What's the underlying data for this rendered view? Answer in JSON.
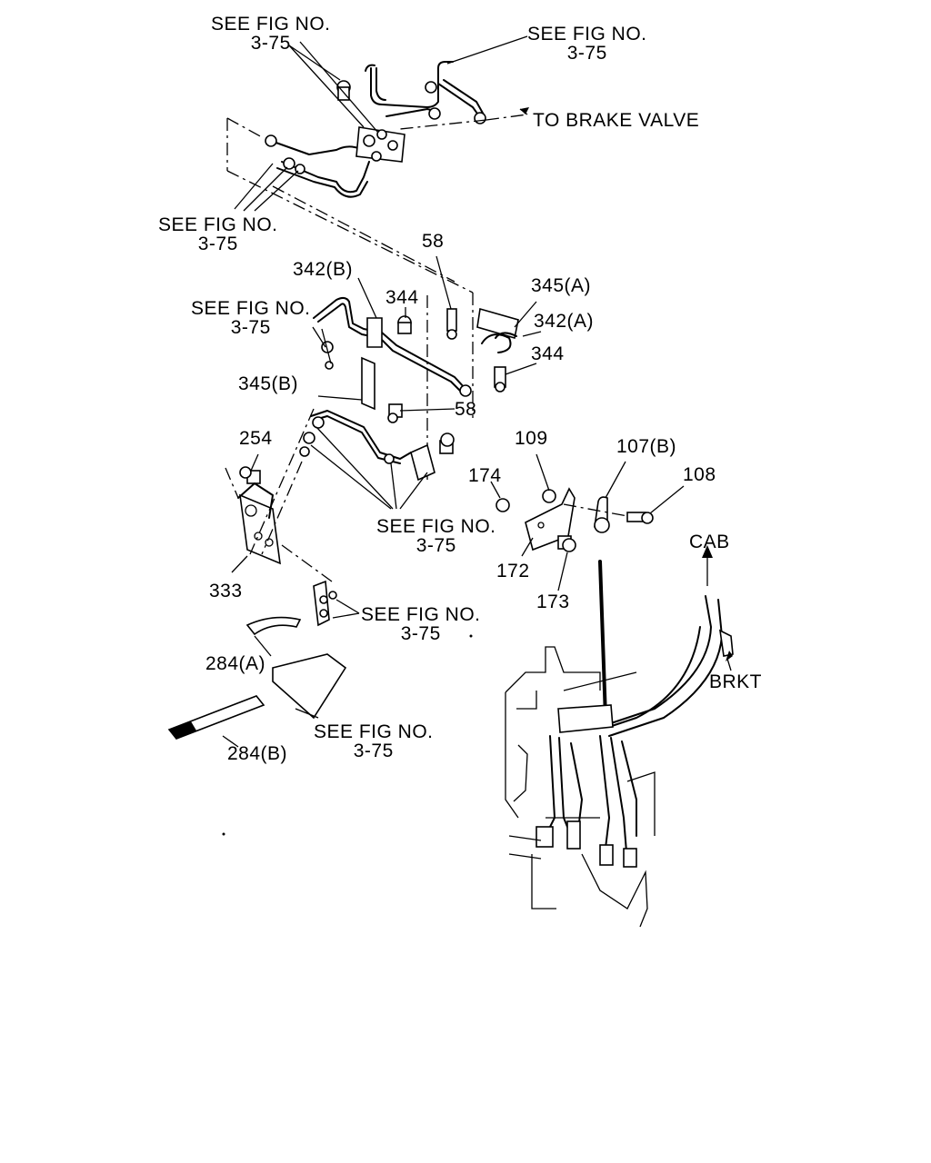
{
  "labels": {
    "ref_top_left": {
      "line1": "SEE FIG NO.",
      "line2": "3-75"
    },
    "ref_top_right": {
      "line1": "SEE FIG NO.",
      "line2": "3-75"
    },
    "to_brake_valve": "TO BRAKE VALVE",
    "ref_mid_left": {
      "line1": "SEE FIG NO.",
      "line2": "3-75"
    },
    "ref_upper_clip": {
      "line1": "SEE FIG NO.",
      "line2": "3-75"
    },
    "ref_center": {
      "line1": "SEE FIG NO.",
      "line2": "3-75"
    },
    "ref_lower": {
      "line1": "SEE FIG NO.",
      "line2": "3-75"
    },
    "ref_bottom": {
      "line1": "SEE FIG NO.",
      "line2": "3-75"
    },
    "cab": "CAB",
    "brkt": "BRKT"
  },
  "parts": {
    "p58_top": "58",
    "p342b": "342(B)",
    "p344_top": "344",
    "p345a": "345(A)",
    "p342a": "342(A)",
    "p344_right": "344",
    "p345b": "345(B)",
    "p58_mid": "58",
    "p254": "254",
    "p109": "109",
    "p107b": "107(B)",
    "p174": "174",
    "p108": "108",
    "p172": "172",
    "p173": "173",
    "p333": "333",
    "p284a": "284(A)",
    "p284b": "284(B)"
  }
}
